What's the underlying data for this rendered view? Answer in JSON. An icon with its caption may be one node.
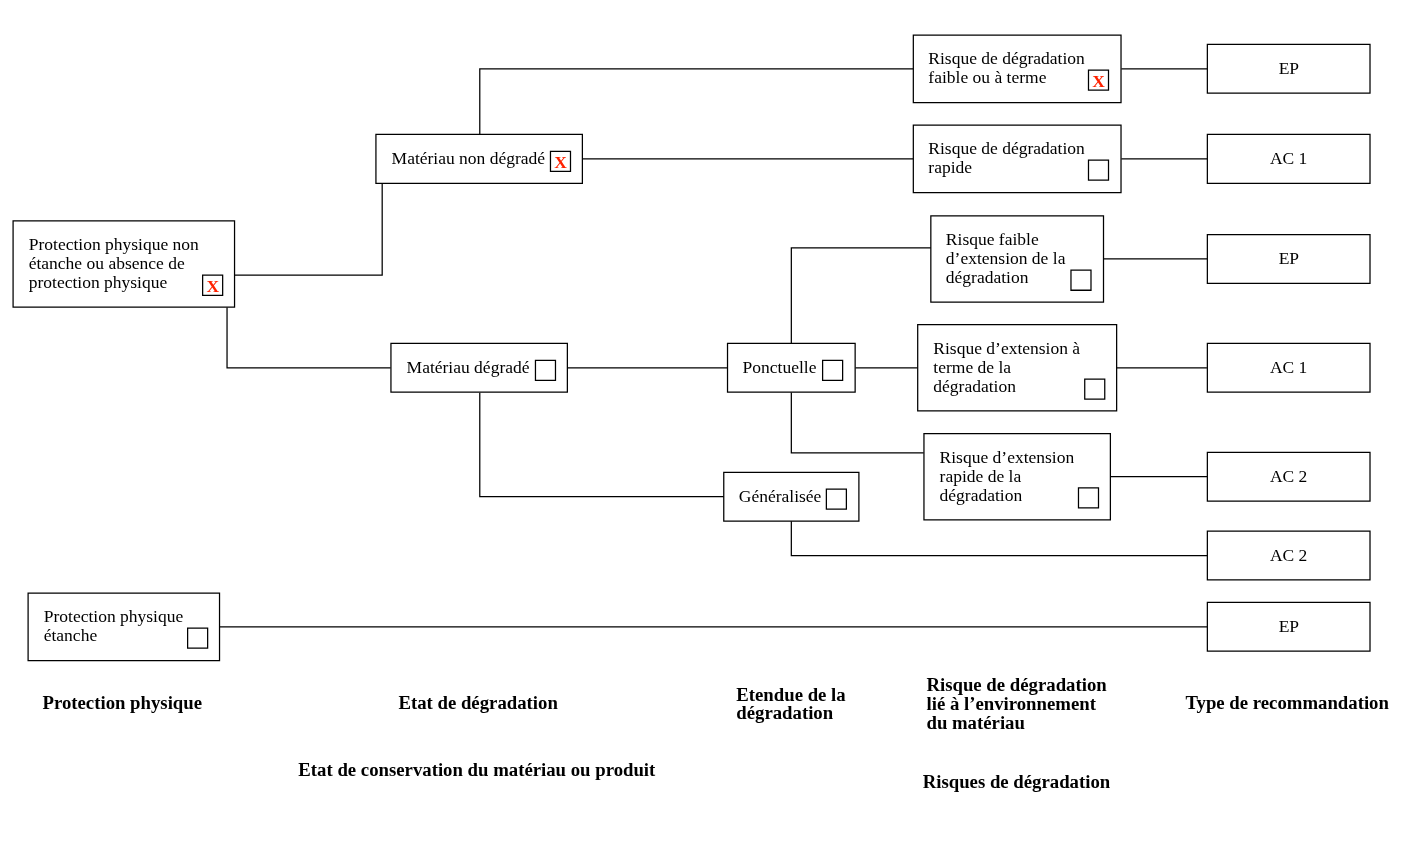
{
  "diagram": {
    "nodes": [
      {
        "text": [
          "Protection physique étanche"
        ]
      },
      {
        "text": [
          "Protection physique non étanche ou absence de protection physique",
          "X"
        ]
      },
      {
        "text": [
          "Matériau non dégradé",
          "X"
        ]
      },
      {
        "text": [
          "Matériau dégradé"
        ]
      },
      {
        "text": [
          "Ponctuelle"
        ]
      },
      {
        "text": [
          "Généralisée"
        ]
      },
      {
        "text": [
          "Risque de dégradation faible ou à terme",
          "X"
        ]
      },
      {
        "text": [
          "Risque de dégradation rapide"
        ]
      },
      {
        "text": [
          "Risque faible d’extension de la dégradation"
        ]
      },
      {
        "text": [
          "Risque d’extension à terme de la dégradation"
        ]
      },
      {
        "text": [
          "Risque d’extension rapide de la dégradation"
        ]
      },
      {
        "text": [
          "EP"
        ]
      },
      {
        "text": [
          "EP"
        ]
      },
      {
        "text": [
          "AC 1"
        ]
      },
      {
        "text": [
          "EP"
        ]
      },
      {
        "text": [
          "AC 1"
        ]
      },
      {
        "text": [
          "AC 2"
        ]
      },
      {
        "text": [
          "AC 2"
        ]
      }
    ],
    "edges": [
      {
        "from": 0,
        "to": 11,
        "arrow": "none"
      },
      {
        "from": 1,
        "to": 2,
        "arrow": "none"
      },
      {
        "from": 1,
        "to": 3,
        "arrow": "none"
      },
      {
        "from": 2,
        "to": 6,
        "arrow": "none"
      },
      {
        "from": 2,
        "to": 7,
        "arrow": "none"
      },
      {
        "from": 3,
        "to": 4,
        "arrow": "none"
      },
      {
        "from": 3,
        "to": 5,
        "arrow": "none"
      },
      {
        "from": 4,
        "to": 8,
        "arrow": "none"
      },
      {
        "from": 4,
        "to": 9,
        "arrow": "none"
      },
      {
        "from": 4,
        "to": 10,
        "arrow": "none"
      },
      {
        "from": 5,
        "to": 17,
        "arrow": "none"
      },
      {
        "from": 6,
        "to": 12,
        "arrow": "none"
      },
      {
        "from": 7,
        "to": 13,
        "arrow": "none"
      },
      {
        "from": 8,
        "to": 14,
        "arrow": "none"
      },
      {
        "from": 9,
        "to": 15,
        "arrow": "none"
      },
      {
        "from": 10,
        "to": 16,
        "arrow": "none"
      }
    ],
    "labels": [
      "Etat de conservation du matériau ou produit",
      "Risques de dégradation",
      "Protection physique",
      "Etat de dégradation",
      "Etendue de la dégradation",
      "Risque de dégradation lié à l’environnement du matériau",
      "Type de recommandation"
    ]
  }
}
